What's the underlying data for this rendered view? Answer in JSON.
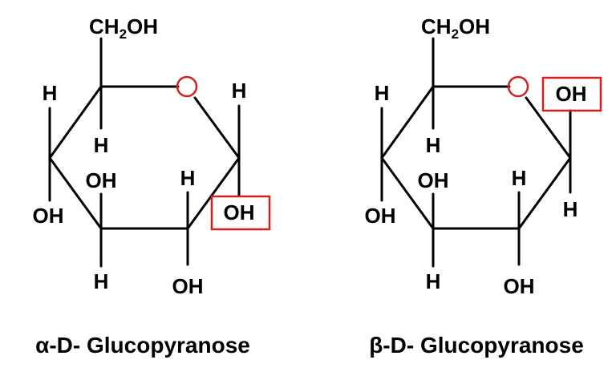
{
  "colors": {
    "highlight": "#d62020",
    "ink": "#000000"
  },
  "structures": [
    {
      "ch2oh": {
        "prefix": "CH",
        "sub": "2",
        "suffix": "OH"
      },
      "labels": {
        "c5_h": "H",
        "c4_h": "H",
        "c4_oh": "OH",
        "c3_oh": "OH",
        "c3_h": "H",
        "c2_h": "H",
        "c2_oh": "OH",
        "c1_top": "H",
        "c1_bottom": "OH"
      },
      "caption": "α-D- Glucopyranose"
    },
    {
      "ch2oh": {
        "prefix": "CH",
        "sub": "2",
        "suffix": "OH"
      },
      "labels": {
        "c5_h": "H",
        "c4_h": "H",
        "c4_oh": "OH",
        "c3_oh": "OH",
        "c3_h": "H",
        "c2_h": "H",
        "c2_oh": "OH",
        "c1_top": "OH",
        "c1_bottom": "H"
      },
      "caption": "β-D- Glucopyranose"
    }
  ]
}
